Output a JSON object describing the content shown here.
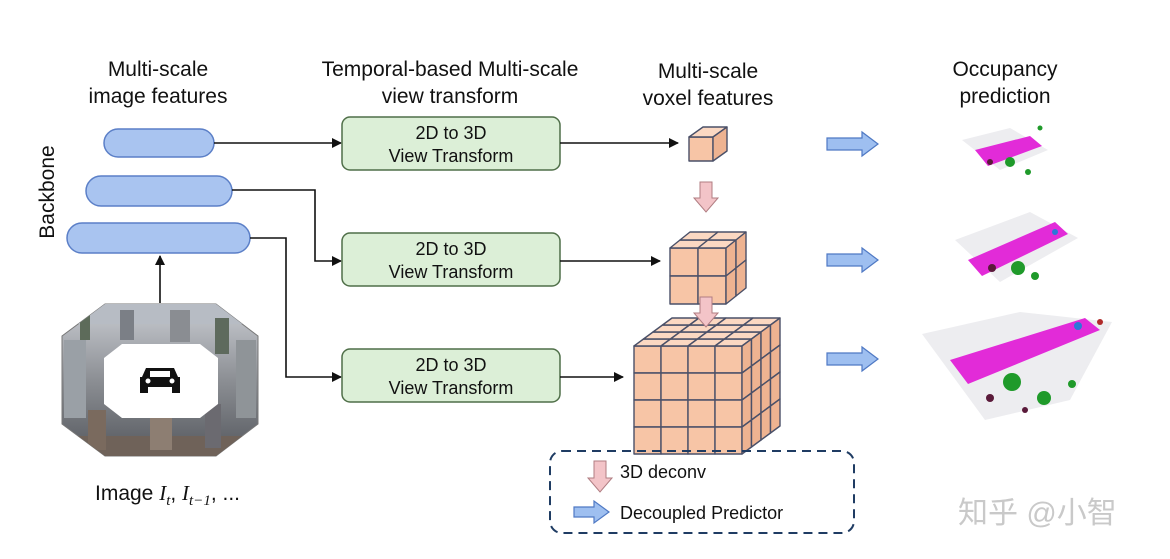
{
  "headers": {
    "image_features_l1": "Multi-scale",
    "image_features_l2": "image features",
    "view_transform_l1": "Temporal-based Multi-scale",
    "view_transform_l2": "view transform",
    "voxel_features_l1": "Multi-scale",
    "voxel_features_l2": "voxel features",
    "occupancy_l1": "Occupancy",
    "occupancy_l2": "prediction"
  },
  "backbone_label": "Backbone",
  "view_transform_blocks": [
    {
      "line1": "2D to 3D",
      "line2": "View Transform"
    },
    {
      "line1": "2D to 3D",
      "line2": "View Transform"
    },
    {
      "line1": "2D to 3D",
      "line2": "View Transform"
    }
  ],
  "image_caption": {
    "prefix": "Image ",
    "I1": "I",
    "sub1": "t",
    "comma": ", ",
    "I2": "I",
    "sub2": "t−1",
    "suffix": ", ..."
  },
  "legend": {
    "deconv_label": "3D deconv",
    "predictor_label": "Decoupled Predictor"
  },
  "watermark": "知乎 @小智",
  "colors": {
    "feature_blue": "#a9c4f0",
    "feature_stroke": "#5b7fc7",
    "vt_green": "#dcefd7",
    "vt_stroke": "#4f6f48",
    "voxel_front": "#f7c5a6",
    "voxel_top": "#fbd8c2",
    "voxel_side": "#eeb391",
    "voxel_stroke": "#4a5068",
    "deconv_pink": "#f3c4c8",
    "predict_blue": "#9ebff0",
    "occ_magenta": "#e22bd8",
    "occ_green": "#1f9a2a",
    "occ_gray": "#c8c8cc"
  },
  "icons": [
    "car-icon",
    "deconv-arrow-icon",
    "predictor-arrow-icon"
  ]
}
